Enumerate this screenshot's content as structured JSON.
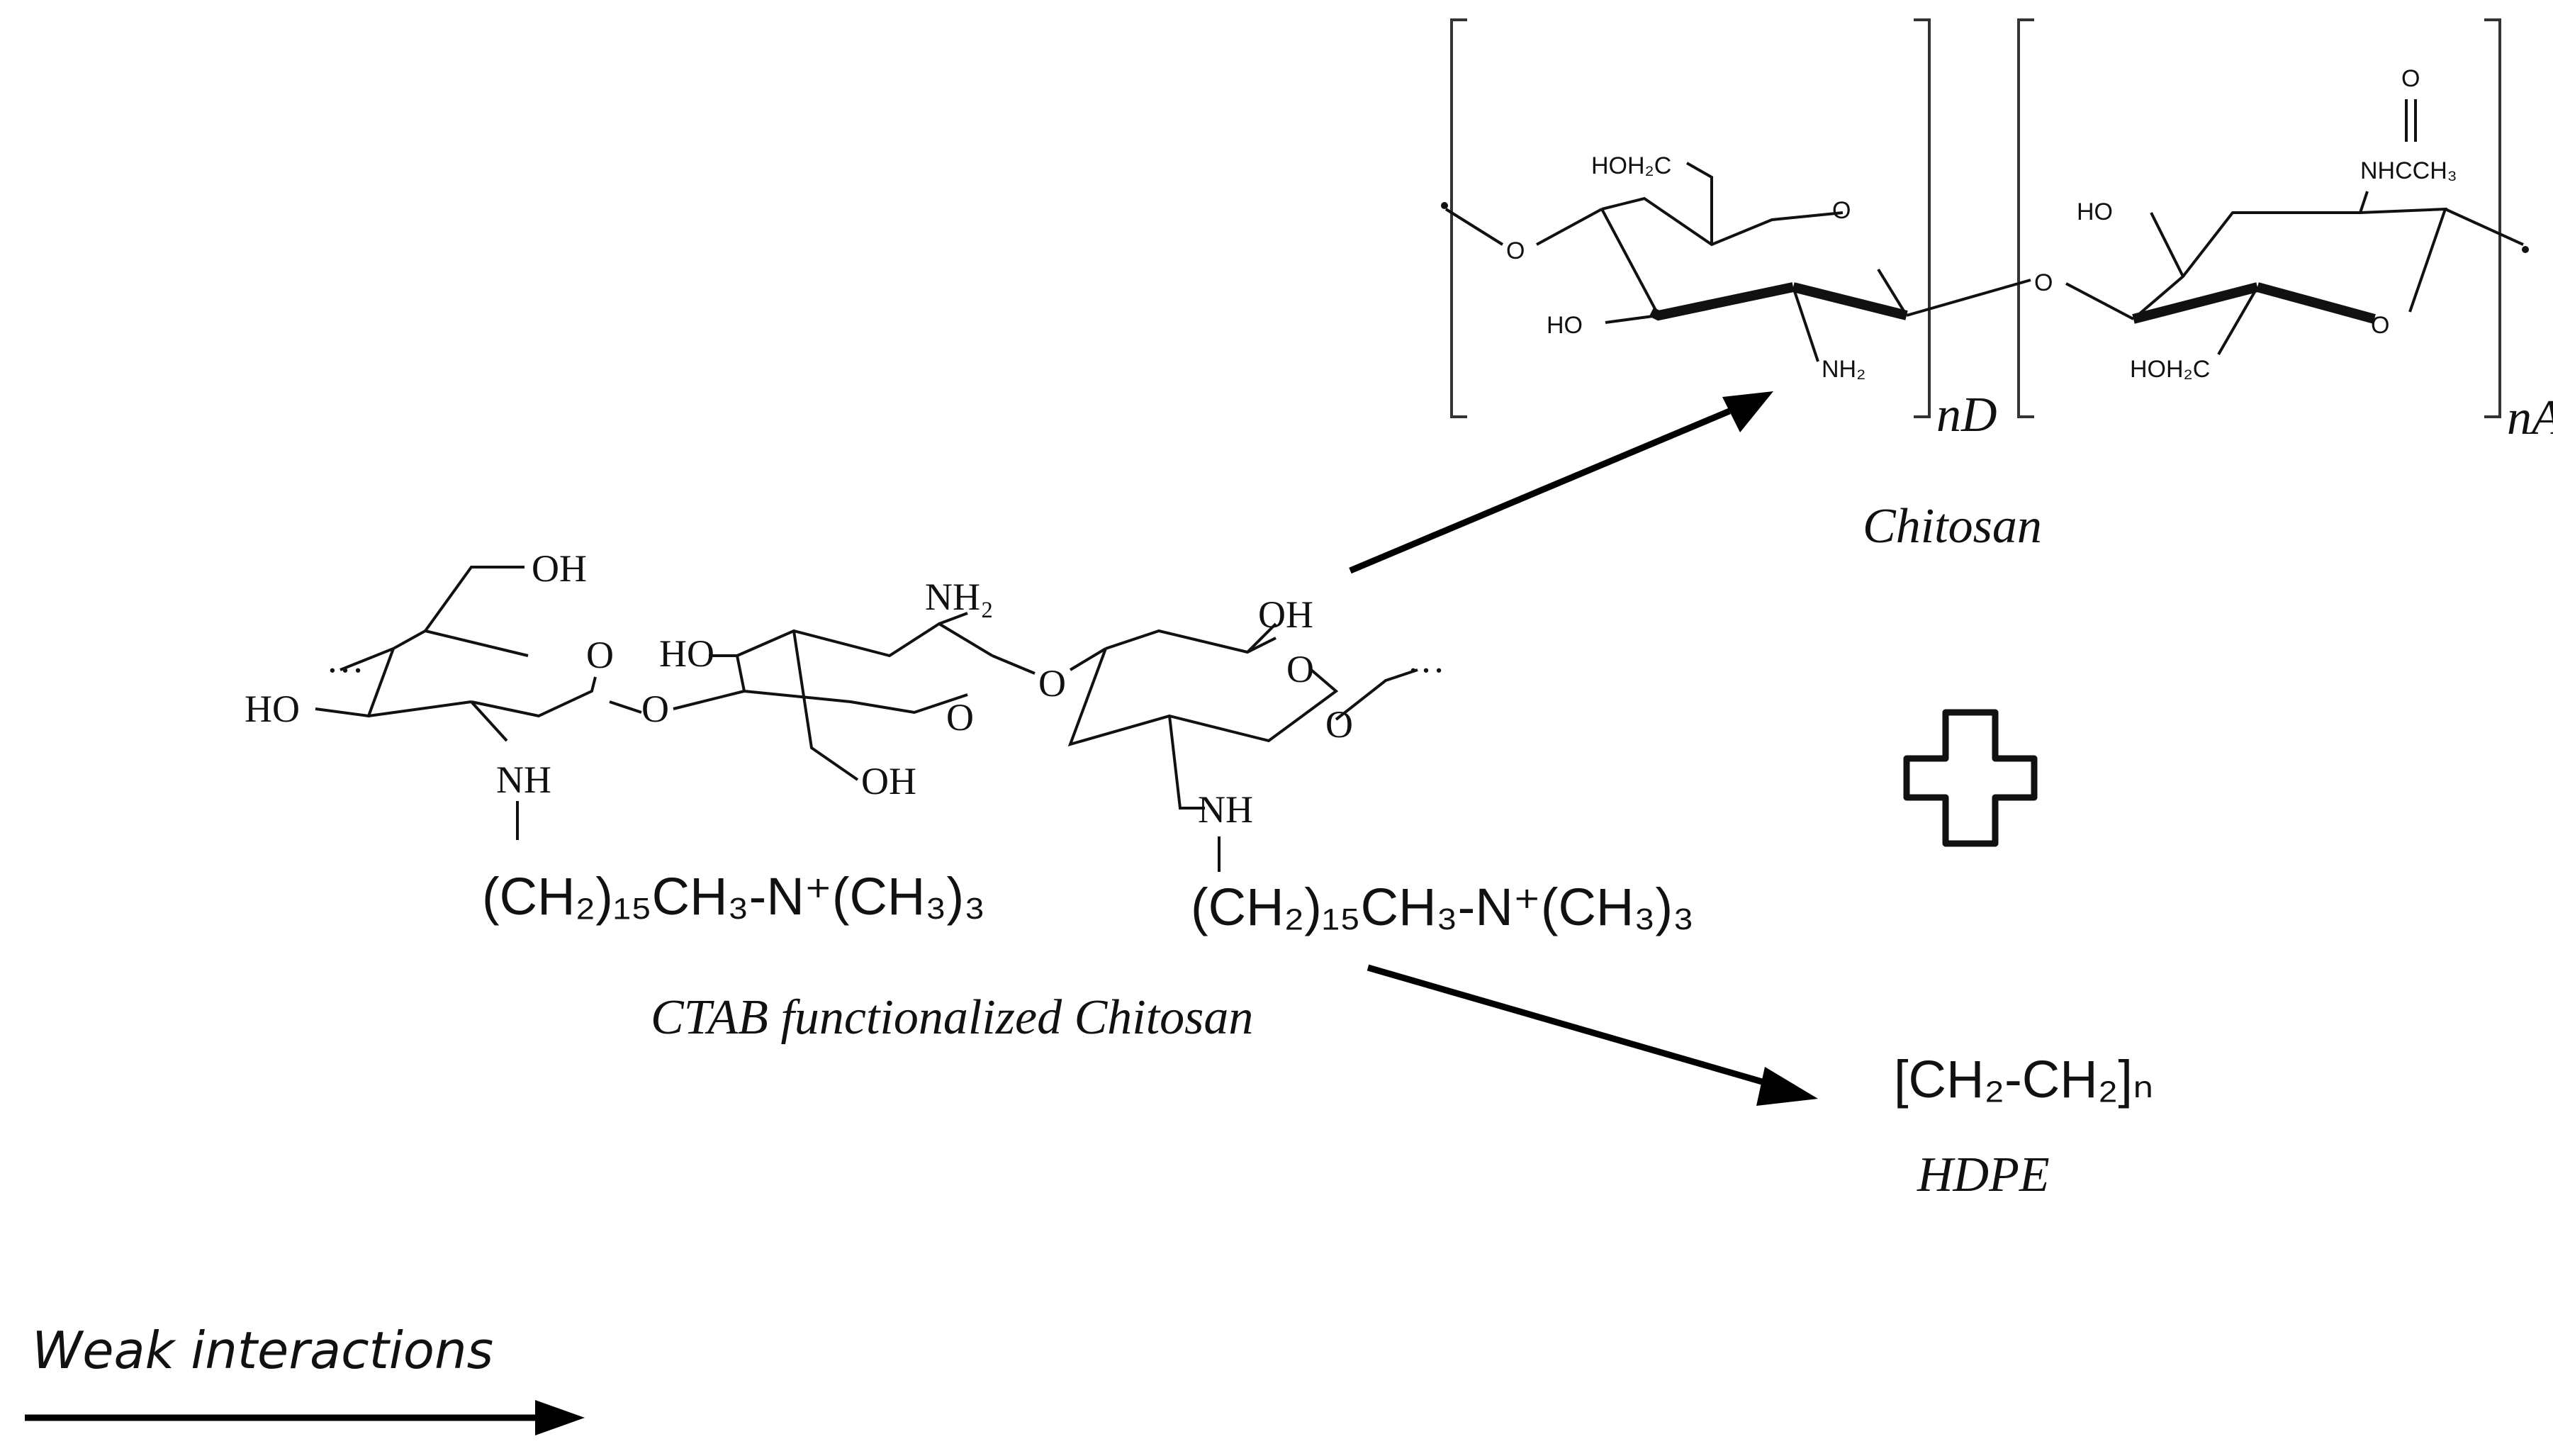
{
  "chitosan": {
    "caption": "Chitosan",
    "labels": {
      "hoh2c_top": "HOH₂C",
      "o_ring1": "O",
      "o_link_left": "O",
      "ho_1": "HO",
      "nh2": "NH₂",
      "o_glyco": "O",
      "ho_2": "HO",
      "o_carbonyl": "O",
      "nhcch3": "NHCCH₃",
      "o_ring2": "O",
      "hoh2c_bottom": "HOH₂C",
      "sub_nd": "nD",
      "sub_na": "nA"
    }
  },
  "ctab": {
    "caption": "CTAB functionalized Chitosan",
    "labels": {
      "oh_top": "OH",
      "o_ring1": "O",
      "ho_left": "HO",
      "nh_1": "NH",
      "o_link1": "O",
      "nh2": "NH₂",
      "ho_mid": "HO",
      "o_ring2": "O",
      "oh_bottom": "OH",
      "oh_right": "OH",
      "o_ring3": "O",
      "o_link2": "O",
      "o_end": "O",
      "nh_2": "NH",
      "chain_1": "(CH₂)₁₅CH₃-N⁺(CH₃)₃",
      "chain_2": "(CH₂)₁₅CH₃-N⁺(CH₃)₃",
      "dots_left": "…",
      "dots_right": "…"
    }
  },
  "hdpe": {
    "formula": "[CH₂-CH₂]ₙ",
    "caption": "HDPE"
  },
  "plus_symbol": "+",
  "legend": {
    "label": "Weak interactions"
  }
}
